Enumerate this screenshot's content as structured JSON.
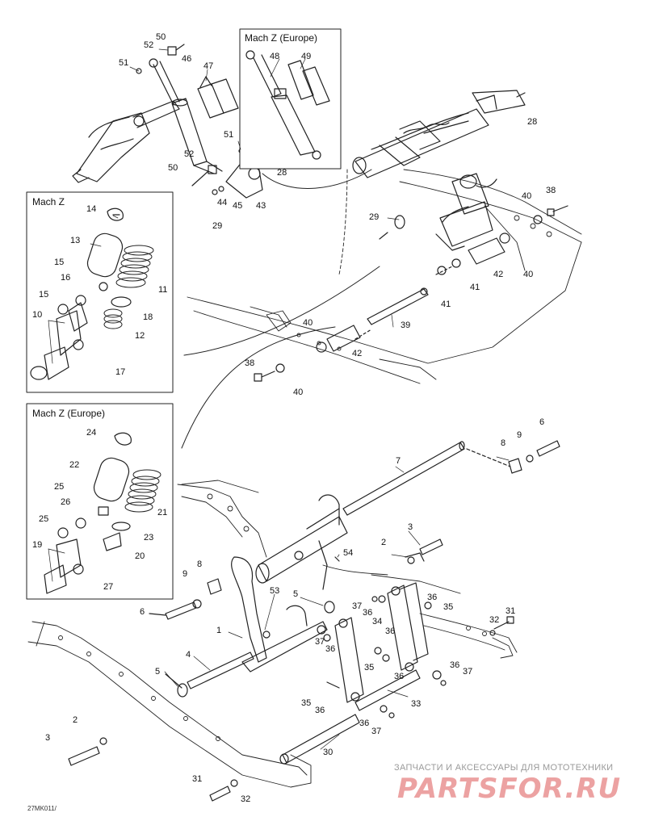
{
  "insets": {
    "top_europe_title": "Mach Z (Europe)",
    "left_mach_z_title": "Mach Z",
    "left_europe_title": "Mach Z (Europe)"
  },
  "callouts": [
    {
      "id": "c50a",
      "text": "50"
    },
    {
      "id": "c52a",
      "text": "52"
    },
    {
      "id": "c51a",
      "text": "51"
    },
    {
      "id": "c46",
      "text": "46"
    },
    {
      "id": "c47",
      "text": "47"
    },
    {
      "id": "c48",
      "text": "48"
    },
    {
      "id": "c49",
      "text": "49"
    },
    {
      "id": "c28a",
      "text": "28"
    },
    {
      "id": "c51b",
      "text": "51"
    },
    {
      "id": "c52b",
      "text": "52"
    },
    {
      "id": "c50b",
      "text": "50"
    },
    {
      "id": "c28b",
      "text": "28"
    },
    {
      "id": "c44",
      "text": "44"
    },
    {
      "id": "c45",
      "text": "45"
    },
    {
      "id": "c43",
      "text": "43"
    },
    {
      "id": "c29a",
      "text": "29"
    },
    {
      "id": "c14",
      "text": "14"
    },
    {
      "id": "c13",
      "text": "13"
    },
    {
      "id": "c15a",
      "text": "15"
    },
    {
      "id": "c16",
      "text": "16"
    },
    {
      "id": "c15b",
      "text": "15"
    },
    {
      "id": "c11",
      "text": "11"
    },
    {
      "id": "c10",
      "text": "10"
    },
    {
      "id": "c18",
      "text": "18"
    },
    {
      "id": "c12",
      "text": "12"
    },
    {
      "id": "c17",
      "text": "17"
    },
    {
      "id": "c29b",
      "text": "29"
    },
    {
      "id": "c40a",
      "text": "40"
    },
    {
      "id": "c38a",
      "text": "38"
    },
    {
      "id": "c42a",
      "text": "42"
    },
    {
      "id": "c40b",
      "text": "40"
    },
    {
      "id": "c41a",
      "text": "41"
    },
    {
      "id": "c41b",
      "text": "41"
    },
    {
      "id": "c39",
      "text": "39"
    },
    {
      "id": "c40c",
      "text": "40"
    },
    {
      "id": "c42b",
      "text": "42"
    },
    {
      "id": "c38b",
      "text": "38"
    },
    {
      "id": "c40d",
      "text": "40"
    },
    {
      "id": "c24",
      "text": "24"
    },
    {
      "id": "c22",
      "text": "22"
    },
    {
      "id": "c25a",
      "text": "25"
    },
    {
      "id": "c26",
      "text": "26"
    },
    {
      "id": "c21",
      "text": "21"
    },
    {
      "id": "c25b",
      "text": "25"
    },
    {
      "id": "c23",
      "text": "23"
    },
    {
      "id": "c19",
      "text": "19"
    },
    {
      "id": "c20",
      "text": "20"
    },
    {
      "id": "c27",
      "text": "27"
    },
    {
      "id": "c6a",
      "text": "6"
    },
    {
      "id": "c8a",
      "text": "8"
    },
    {
      "id": "c9a",
      "text": "9"
    },
    {
      "id": "c7",
      "text": "7"
    },
    {
      "id": "c3a",
      "text": "3"
    },
    {
      "id": "c2a",
      "text": "2"
    },
    {
      "id": "c54",
      "text": "54"
    },
    {
      "id": "c8b",
      "text": "8"
    },
    {
      "id": "c9b",
      "text": "9"
    },
    {
      "id": "c6b",
      "text": "6"
    },
    {
      "id": "c53",
      "text": "53"
    },
    {
      "id": "c5a",
      "text": "5"
    },
    {
      "id": "c1",
      "text": "1"
    },
    {
      "id": "c4",
      "text": "4"
    },
    {
      "id": "c5b",
      "text": "5"
    },
    {
      "id": "c37a",
      "text": "37"
    },
    {
      "id": "c36a",
      "text": "36"
    },
    {
      "id": "c36b",
      "text": "36"
    },
    {
      "id": "c35a",
      "text": "35"
    },
    {
      "id": "c34",
      "text": "34"
    },
    {
      "id": "c37b",
      "text": "37"
    },
    {
      "id": "c36c",
      "text": "36"
    },
    {
      "id": "c36d",
      "text": "36"
    },
    {
      "id": "c35b",
      "text": "35"
    },
    {
      "id": "c36e",
      "text": "36"
    },
    {
      "id": "c31a",
      "text": "31"
    },
    {
      "id": "c32a",
      "text": "32"
    },
    {
      "id": "c36f",
      "text": "36"
    },
    {
      "id": "c37c",
      "text": "37"
    },
    {
      "id": "c35c",
      "text": "35"
    },
    {
      "id": "c36g",
      "text": "36"
    },
    {
      "id": "c33",
      "text": "33"
    },
    {
      "id": "c36h",
      "text": "36"
    },
    {
      "id": "c37d",
      "text": "37"
    },
    {
      "id": "c2b",
      "text": "2"
    },
    {
      "id": "c3b",
      "text": "3"
    },
    {
      "id": "c30",
      "text": "30"
    },
    {
      "id": "c31b",
      "text": "31"
    },
    {
      "id": "c32b",
      "text": "32"
    }
  ],
  "footer": {
    "diagram_code": "27MK011/",
    "watermark_top": "ЗАПЧАСТИ И АКСЕССУАРЫ ДЛЯ МОТОТЕХНИКИ",
    "watermark_logo": "PARTSFOR.RU"
  }
}
